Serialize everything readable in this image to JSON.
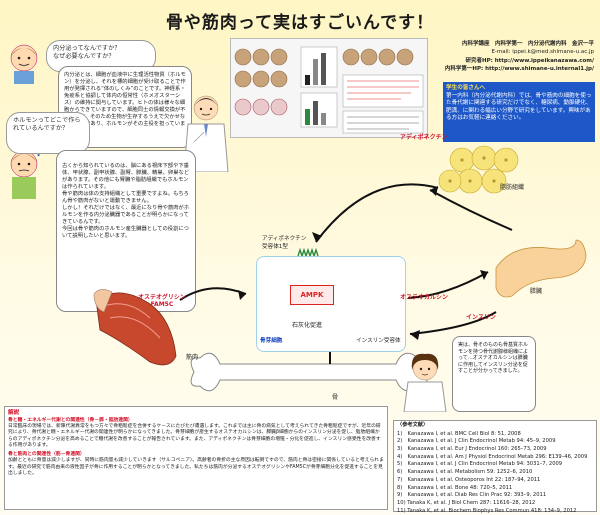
{
  "title": "骨や筋肉って実はすごいんです！",
  "header": {
    "dept": "内科学講座　内科学第一　内分泌代謝内科　金沢一平",
    "email": "E-mail: ippei.k@med.shimane-u.ac.jp",
    "lab_hp": "研究者HP: http://www.ippeikanazawa.com/",
    "dept_hp": "内科学第一HP: http://www.shimane-u.internal1.jp/"
  },
  "q1": "内分泌ってなんですか？\nなぜ必要なんですか？",
  "a1": "内分泌とは、細胞が血液中に生理活性物質（ホルモン）を分泌し、それを標的細胞が受け取ることで作用が発揮される“体のしくみ”のことです。神経系・免疫系と協調して体内の恒常性（ホメオスターシス）の維持に関与しています。ヒトの体は様々な細胞からできていますので、細胞同士の情報交換が不可欠です。そのため生物が生存するうえで欠かせない仕組みであり、ホルモンがその主役を担っています。",
  "q2": "ホルモンってどこで作られているんですか？",
  "a2": "古くから知られているのは、脳にある視床下部や下垂体、甲状腺、副甲状腺、副腎、膵臓、精巣、卵巣などがあります。その他にも腎臓や脂肪組織でもホルモンは作られています。\n骨や筋肉は体の支持組織として重要ですよね。もちろん骨や筋肉がないと運動できません。\nしかし！それだけではなく、最近になり骨や筋肉がホルモンを作る内分泌臓器であることが明らかになってきているんです。\n今回は骨や筋肉のホルモン産生臓器としての役割について説明したいと思います。",
  "intro_title": "学生の皆さんへ",
  "intro": "第一内科（内分泌代謝内科）では、骨や筋肉の細胞を使った骨代謝に関連する研究だけでなく、糖尿病、動脈硬化、肥満、に関わる幅広い分野で研究をしています。興味がある方はお気軽に連絡ください。",
  "diagram": {
    "adiponectin": "アディポネクチン",
    "fat": "脂肪組織",
    "muscle_factor": "オステオグリシン\nFAM5C",
    "muscle": "筋肉",
    "receptor": "アディポネクチン\n受容体1型",
    "ampk": "AMPK",
    "calcification": "石灰化促進",
    "cell": "骨芽細胞",
    "insulin_receptor": "インスリン受容体",
    "osteocalcin": "オステオカルシン",
    "pancreas": "膵臓",
    "insulin": "インスリン",
    "bone": "骨"
  },
  "doctor_note": "実は、骨そのものも骨基質ホルモンを持つ骨代謝腺様組織によって…オステオカルシンは膵臓に作用してインスリン分泌を促すことが分かってきました。",
  "explain_title": "解説",
  "explain_sub1": "骨と糖・エネルギー代謝との関連性（骨－膵・脂肪連関）",
  "explain_body1": "日常臨床の現場では、新陳代謝異常をもつ方々で骨粗鬆症を合併するケースにたびたび遭遇します。これまでは主に骨の病気として考えられてきた骨粗鬆症ですが、近年の研究により、骨代謝と糖・エネルギー代謝の関連性が明らかになってきました。骨芽細胞が産生するオステオカルシンは、膵臓β細胞からのインスリン分泌を促し、脂肪組織からのアディポネクチン分泌を高めることで糖代謝を改善することが報告されています。また、アディポネクチンは骨芽細胞の増殖・分化を促進し、インスリン感受性を改善する作用があります。",
  "explain_sub2": "骨と筋肉との関連性（筋－骨連関）",
  "explain_body2": "加齢とともに骨量は減少しますが、同時に筋肉量も減少していきます（サルコペニア）。高齢者の骨折の主な原因は転倒ですので、筋肉と骨は密接に関係していると考えられます。最近の研究で筋肉由来の液性因子が骨に作用することが明らかとなってきました。私たちは筋肉が分泌するオステオグリシンやFAM5Cが骨芽細胞分化を促進することを見出しました。",
  "refs_title": "〈参考文献〉",
  "refs": [
    "1)　Kanazawa I, et al. BMC Cell Biol 8: 51, 2008",
    "2)　Kanazawa I, et al. J Clin Endocrinol Metab 94: 45–9, 2009",
    "3)　Kanazawa I, et al. Eur J Endocrinol 160: 265–73, 2009",
    "4)　Kanazawa I, et al. Am J Physiol Endocrinol Metab 296: E139–46, 2009",
    "5)　Kanazawa I, et al. J Clin Endocrinol Metab 94: 3031–7, 2009",
    "6)　Kanazawa I, et al. Metabolism 59: 1252–6, 2010",
    "7)　Kanazawa I, et al. Osteoporos Int 22: 187–94, 2011",
    "8)　Kanazawa I, et al. Bone 48: 720–5, 2011",
    "9)　Kanazawa I, et al. Diab Res Clin Prac 92: 393–9, 2011",
    "10) Tanaka K, et al. J Biol Chem 287: 11616–28, 2012",
    "11) Tanaka K, et al. Biochem Biophys Res Commun 418: 134–9, 2012"
  ],
  "colors": {
    "accent_red": "#d2142a",
    "accent_blue": "#1a48c0",
    "intro_bg": "#1e58c8"
  }
}
